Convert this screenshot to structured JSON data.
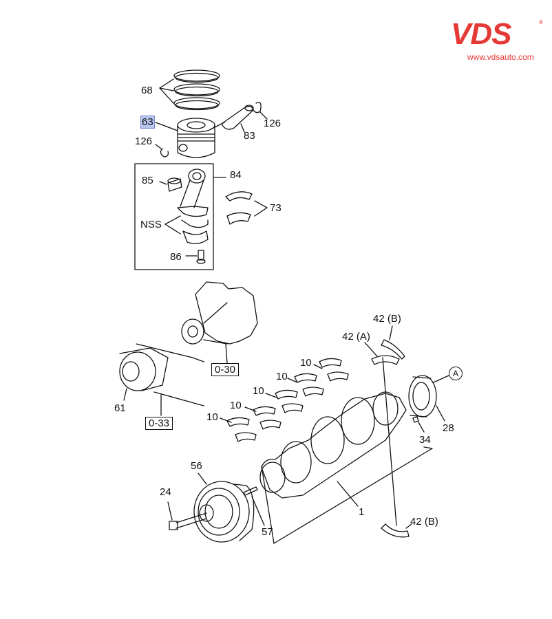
{
  "brand": {
    "logo_text": "VDS",
    "registered_mark": "®",
    "url": "www.vdsauto.com",
    "color": "#e53935"
  },
  "diagram": {
    "highlight_color": "#b9c7ef",
    "callouts": {
      "c68": "68",
      "c63": "63",
      "c126_top": "126",
      "c126_left": "126",
      "c83": "83",
      "c84": "84",
      "c85": "85",
      "c73": "73",
      "nss": "NSS",
      "c86": "86",
      "c61": "61",
      "c42a": "42 (A)",
      "c42b_top": "42 (B)",
      "c42b_bottom": "42 (B)",
      "c28": "28",
      "c34": "34",
      "c10_a": "10",
      "c10_b": "10",
      "c10_c": "10",
      "c10_d": "10",
      "c10_e": "10",
      "c56": "56",
      "c24": "24",
      "c57": "57",
      "c1": "1",
      "circle_a": "A"
    },
    "boxed_refs": {
      "ref_o30": "0-30",
      "ref_o33": "0-33"
    }
  }
}
